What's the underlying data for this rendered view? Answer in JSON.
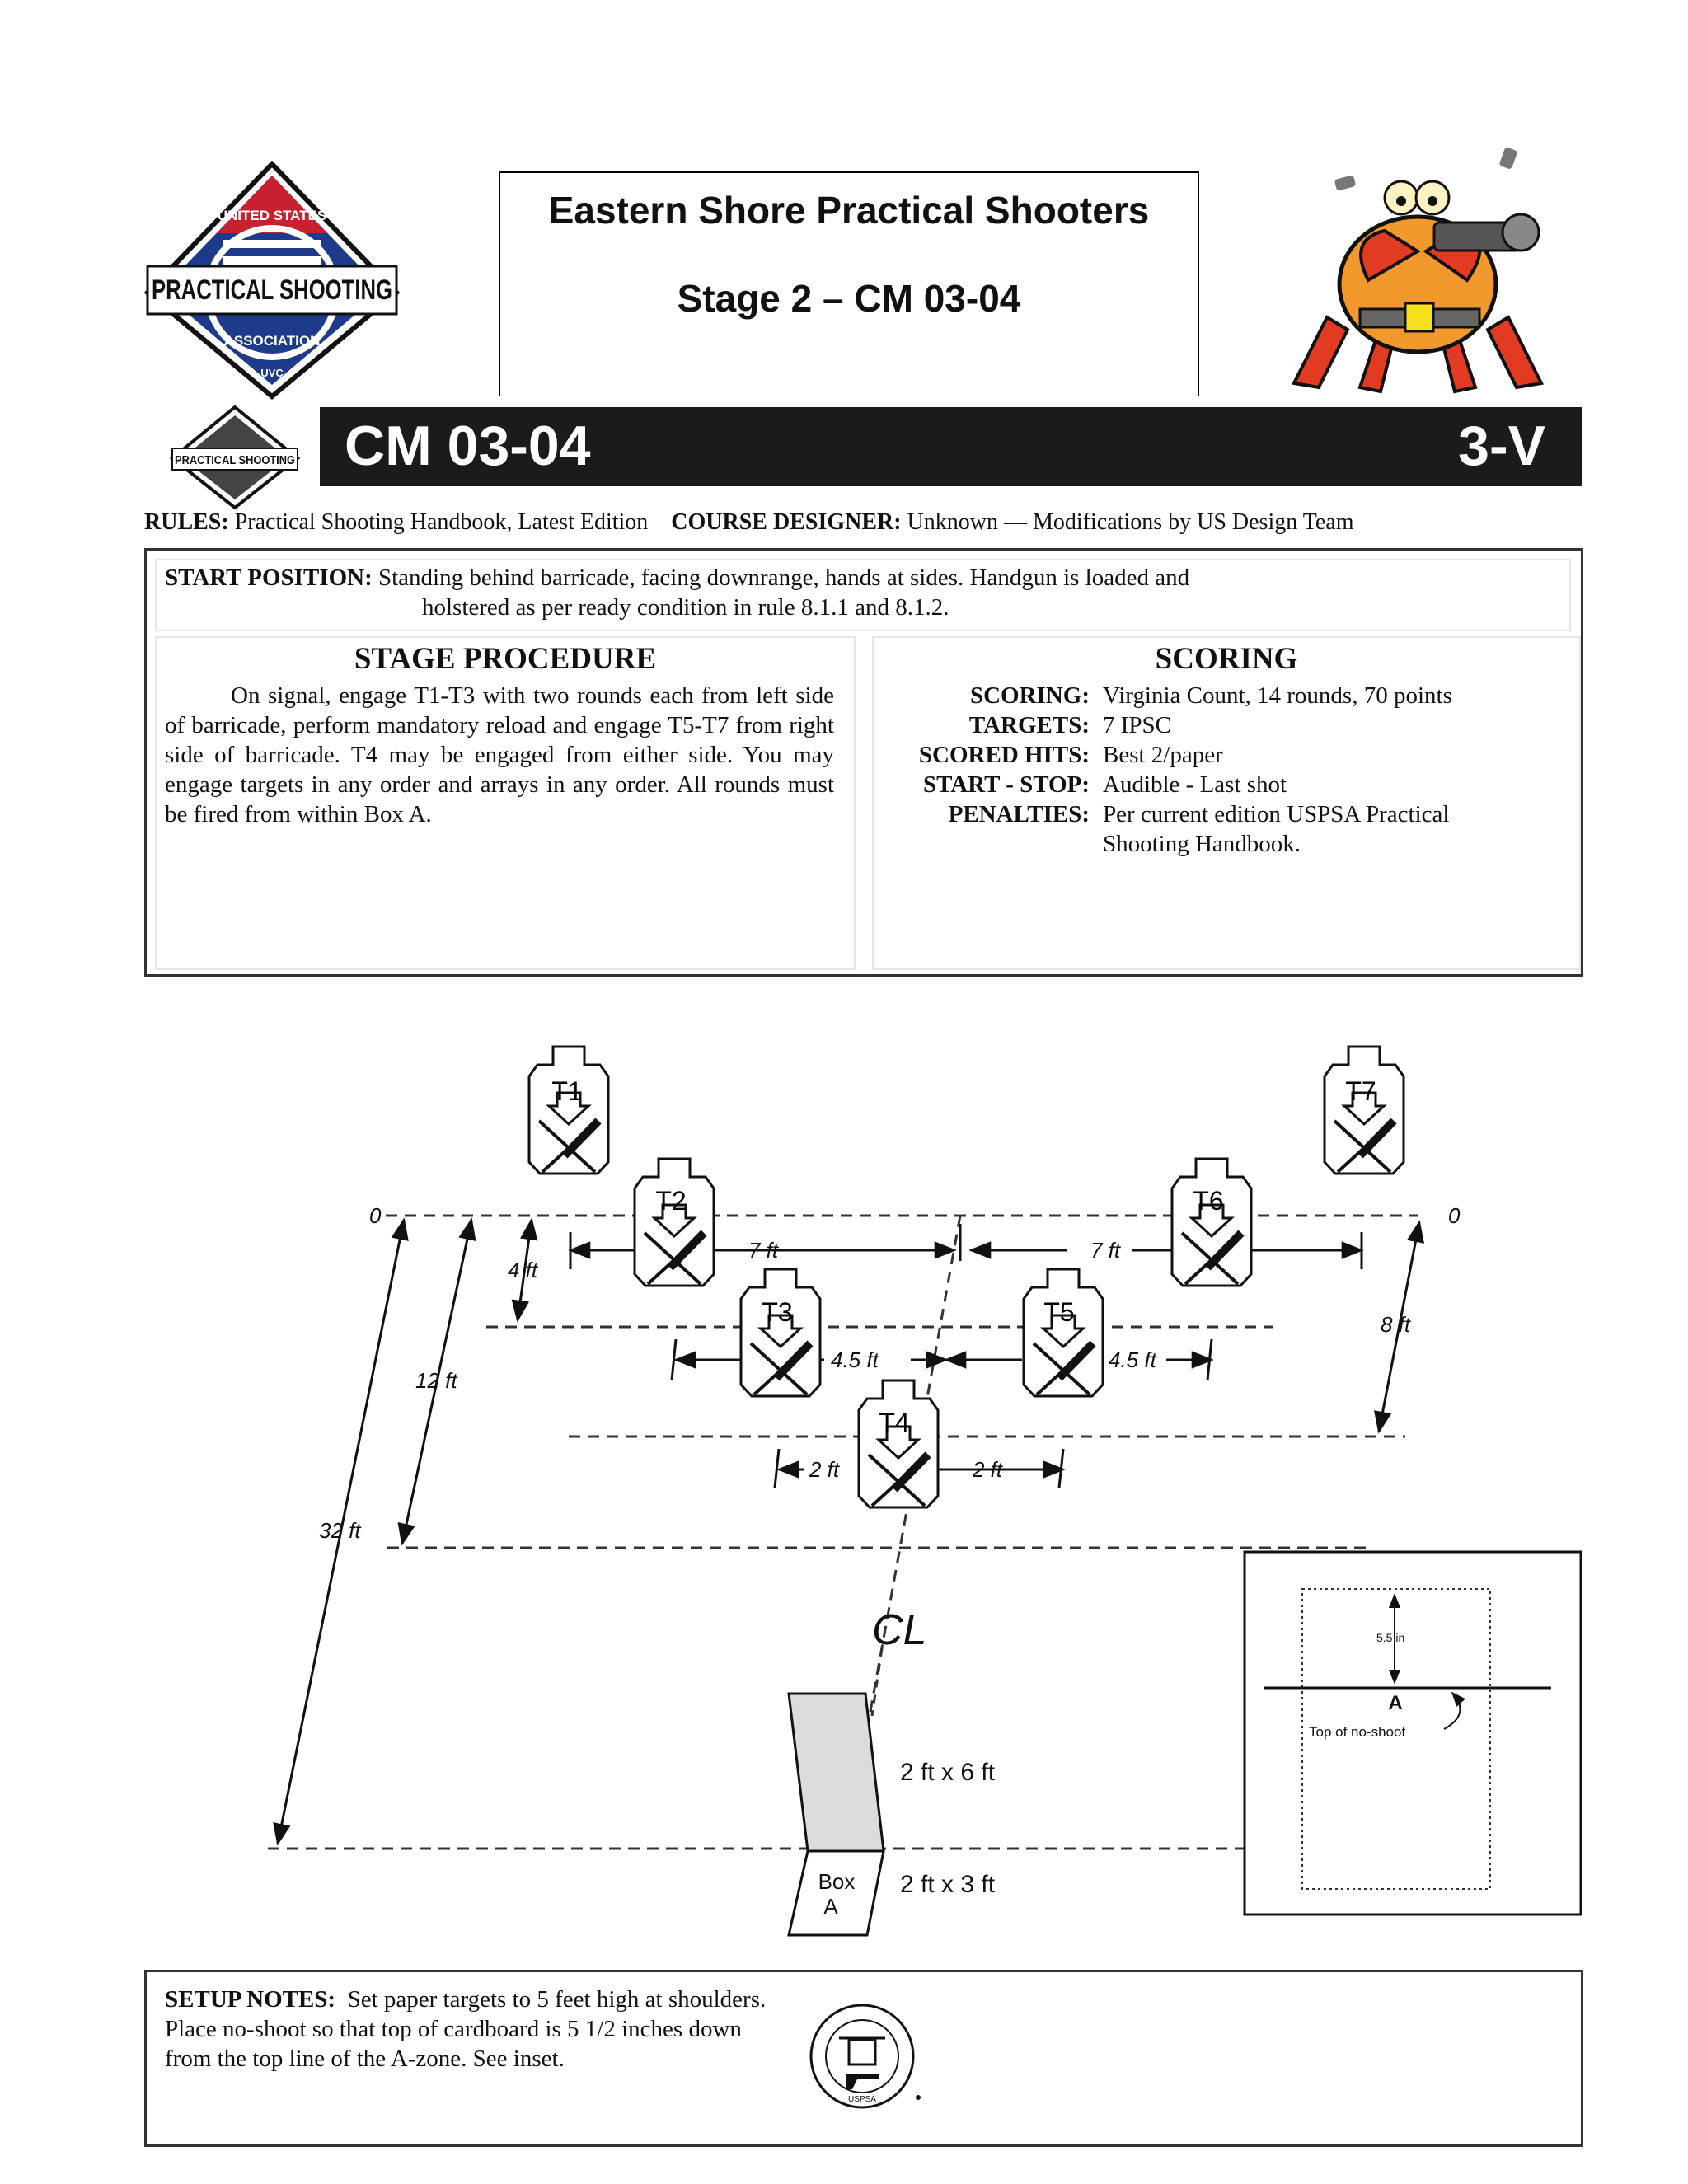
{
  "header": {
    "club_name": "Eastern Shore Practical Shooters",
    "stage_title": "Stage 2 – CM 03-04"
  },
  "logos": {
    "main_logo_text_top": "UNITED STATES",
    "main_logo_text_mid": "PRACTICAL SHOOTING",
    "main_logo_text_bottom": "ASSOCIATION",
    "main_logo_badge": "UVC"
  },
  "banner": {
    "course_code": "CM 03-04",
    "division": "3-V"
  },
  "rules": {
    "rules_label": "RULES:",
    "rules_value": "Practical Shooting Handbook, Latest Edition",
    "designer_label": "COURSE DESIGNER:",
    "designer_value": "Unknown — Modifications by US Design Team"
  },
  "start_position": {
    "label": "START POSITION:",
    "line1": "Standing behind barricade, facing downrange, hands at sides. Handgun is loaded and",
    "line2": "holstered as per ready condition in rule 8.1.1 and 8.1.2."
  },
  "procedure": {
    "heading": "STAGE PROCEDURE",
    "text": "On signal, engage T1-T3 with two rounds each from left side of barricade, perform mandatory reload and engage T5-T7 from right side of barricade. T4 may be engaged from either side. You may engage targets in any order and arrays in any order. All rounds must be fired from within Box A."
  },
  "scoring": {
    "heading": "SCORING",
    "rows": [
      {
        "label": "SCORING:",
        "value": "Virginia Count, 14 rounds, 70 points"
      },
      {
        "label": "TARGETS:",
        "value": "7 IPSC"
      },
      {
        "label": "SCORED HITS:",
        "value": "Best 2/paper"
      },
      {
        "label": "START - STOP:",
        "value": "Audible - Last shot"
      },
      {
        "label": "PENALTIES:",
        "value": "Per current edition USPSA Practical"
      },
      {
        "label": "",
        "value": "Shooting Handbook."
      }
    ]
  },
  "diagram": {
    "targets": [
      "T1",
      "T2",
      "T3",
      "T4",
      "T5",
      "T6",
      "T7"
    ],
    "zero_left": "0",
    "zero_right": "0",
    "dim_7ft_left": "7 ft",
    "dim_7ft_right": "7 ft",
    "dim_4ft": "4 ft",
    "dim_8ft": "8 ft",
    "dim_12ft": "12 ft",
    "dim_32ft": "32 ft",
    "dim_45_left": "4.5 ft",
    "dim_45_right": "4.5 ft",
    "dim_2ft_left": "2 ft",
    "dim_2ft_right": "2 ft",
    "centerline": "CL",
    "box_upper_size": "2 ft x 6 ft",
    "box_lower_size": "2 ft x 3 ft",
    "box_label_1": "Box",
    "box_label_2": "A",
    "inset_measure": "5.5 in",
    "inset_zone": "A",
    "inset_note": "Top of no-shoot"
  },
  "setup": {
    "label": "SETUP NOTES:",
    "text": "Set paper targets to 5 feet high at shoulders. Place no-shoot so that top of cardboard is 5 1/2 inches down from the top line of the A-zone. See inset.",
    "seal_text": "USPSA"
  }
}
